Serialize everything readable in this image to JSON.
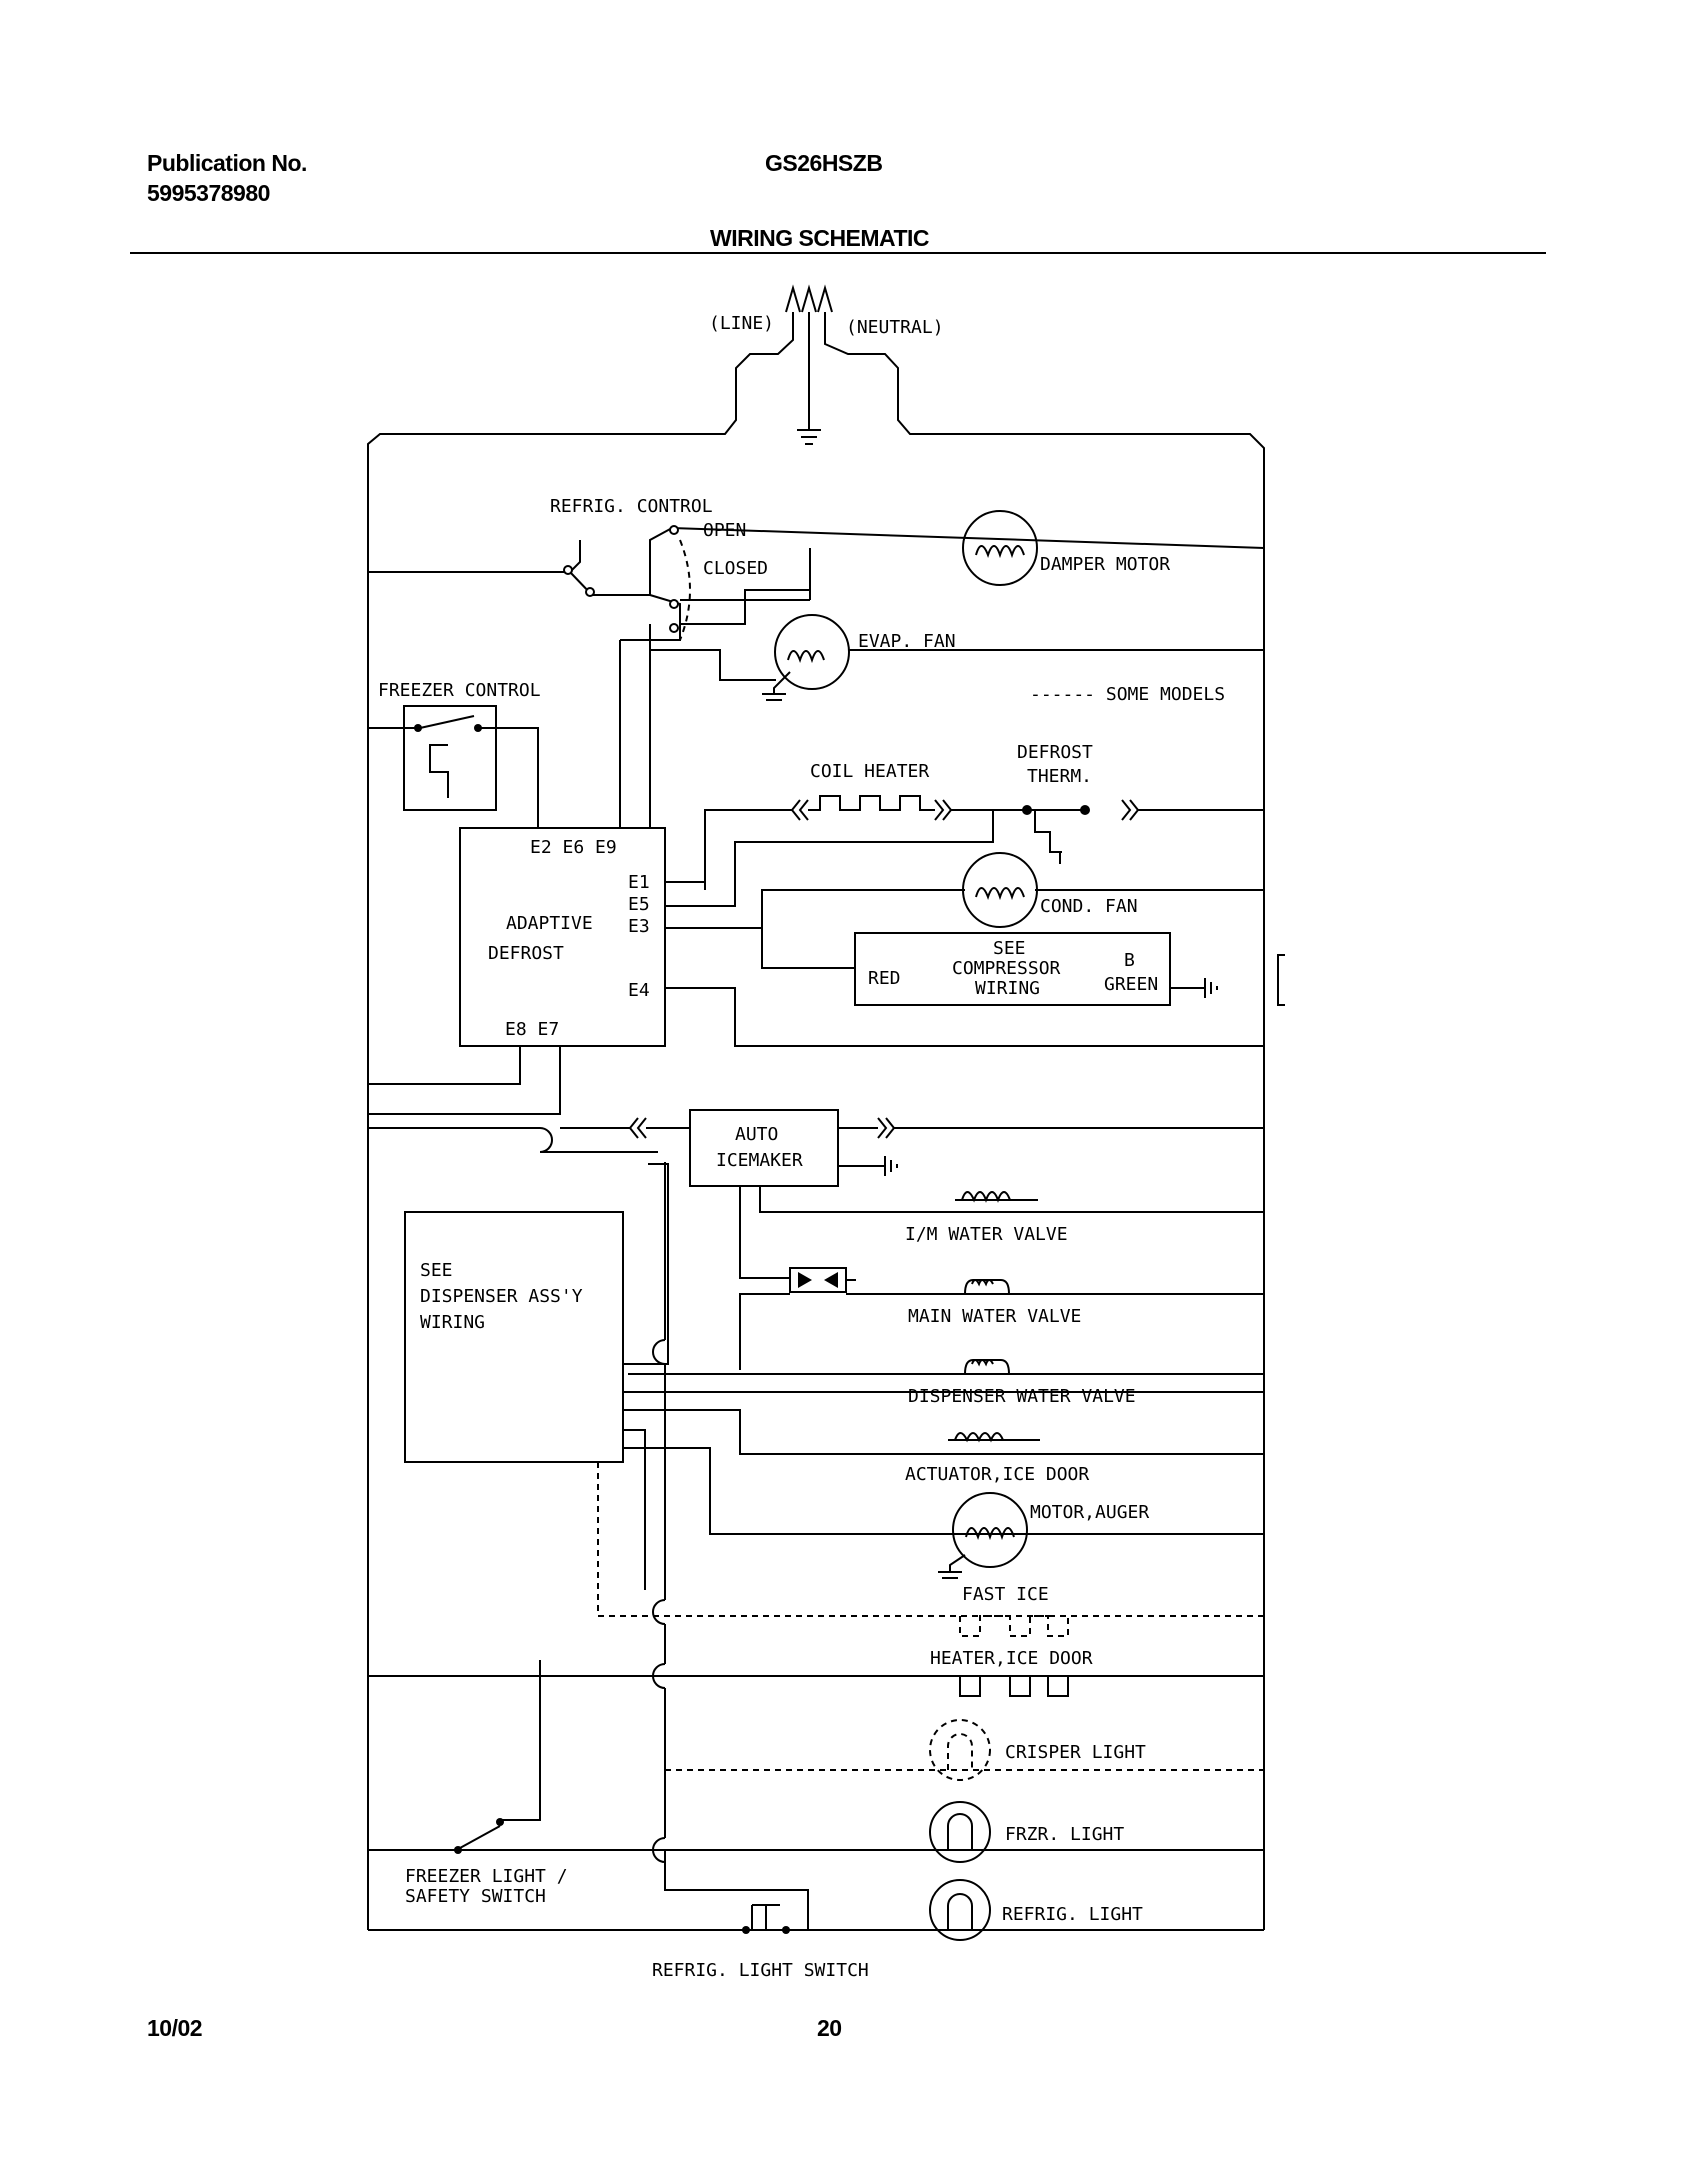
{
  "header": {
    "publication_label": "Publication No.",
    "publication_number": "5995378980",
    "model": "GS26HSZB",
    "title": "WIRING SCHEMATIC"
  },
  "footer": {
    "date": "10/02",
    "page": "20"
  },
  "labels": {
    "line": "(LINE)",
    "neutral": "(NEUTRAL)",
    "refrig_control": "REFRIG. CONTROL",
    "open": "OPEN",
    "closed": "CLOSED",
    "damper_motor": "DAMPER MOTOR",
    "evap_fan": "EVAP. FAN",
    "some_models": "------ SOME MODELS",
    "freezer_control": "FREEZER CONTROL",
    "coil_heater": "COIL HEATER",
    "defrost": "DEFROST",
    "therm": "THERM.",
    "e2e6e9": "E2 E6 E9",
    "e1": "E1",
    "e5": "E5",
    "e3": "E3",
    "e4": "E4",
    "e8e7": "E8 E7",
    "adaptive": "ADAPTIVE",
    "defrost_board": "DEFROST",
    "cond_fan": "COND. FAN",
    "see": "SEE",
    "compressor": "COMPRESSOR",
    "wiring": "WIRING",
    "red": "RED",
    "b": "B",
    "green": "GREEN",
    "auto": "AUTO",
    "icemaker": "ICEMAKER",
    "im_water_valve": "I/M WATER VALVE",
    "main_water_valve": "MAIN WATER VALVE",
    "disp_see": "SEE",
    "disp_assy": "DISPENSER ASS'Y",
    "disp_wiring": "WIRING",
    "dispenser_water_valve": "DISPENSER WATER VALVE",
    "actuator_ice_door": "ACTUATOR,ICE DOOR",
    "motor_auger": "MOTOR,AUGER",
    "fast_ice": "FAST ICE",
    "heater_ice_door": "HEATER,ICE DOOR",
    "crisper_light": "CRISPER LIGHT",
    "frzr_light": "FRZR. LIGHT",
    "refrig_light": "REFRIG. LIGHT",
    "freezer_light_1": "FREEZER LIGHT /",
    "freezer_light_2": "SAFETY SWITCH",
    "refrig_light_switch": "REFRIG. LIGHT SWITCH"
  }
}
